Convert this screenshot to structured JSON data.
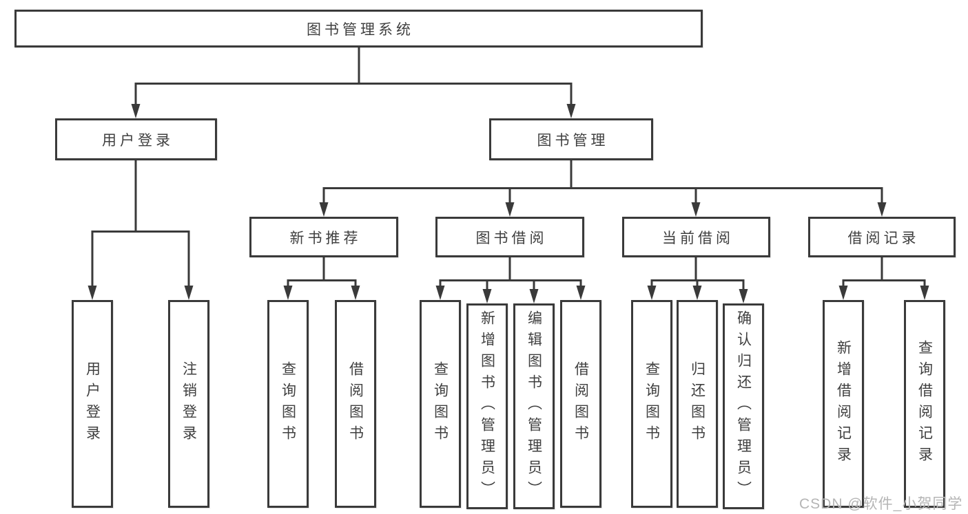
{
  "diagram": {
    "tree": {
      "label": "图书管理系统",
      "children": [
        {
          "label": "用户登录",
          "children": [
            {
              "label": "用户登录"
            },
            {
              "label": "注销登录"
            }
          ]
        },
        {
          "label": "图书管理",
          "children": [
            {
              "label": "新书推荐",
              "children": [
                {
                  "label": "查询图书"
                },
                {
                  "label": "借阅图书"
                }
              ]
            },
            {
              "label": "图书借阅",
              "children": [
                {
                  "label": "查询图书"
                },
                {
                  "label": "新增图书（管理员）"
                },
                {
                  "label": "编辑图书（管理员）"
                },
                {
                  "label": "借阅图书"
                }
              ]
            },
            {
              "label": "当前借阅",
              "children": [
                {
                  "label": "查询图书"
                },
                {
                  "label": "归还图书"
                },
                {
                  "label": "确认归还（管理员）"
                }
              ]
            },
            {
              "label": "借阅记录",
              "children": [
                {
                  "label": "新增借阅记录"
                },
                {
                  "label": "查询借阅记录"
                }
              ]
            }
          ]
        }
      ]
    },
    "colors": {
      "line": "#3a3a3a",
      "text": "#3f3f3f",
      "background": "#ffffff"
    }
  },
  "watermark": {
    "text": "CSDN @软件_小贺同学",
    "color": "#b5b5b5"
  }
}
